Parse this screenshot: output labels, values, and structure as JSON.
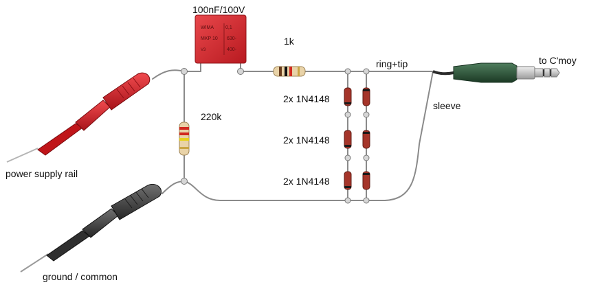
{
  "labels": {
    "capacitor_value": "100nF/100V",
    "resistor_1k": "1k",
    "resistor_220k": "220k",
    "diodes_row1": "2x 1N4148",
    "diodes_row2": "2x 1N4148",
    "diodes_row3": "2x 1N4148",
    "ring_tip": "ring+tip",
    "sleeve": "sleeve",
    "to_cmoy": "to C'moy",
    "power_rail": "power supply rail",
    "ground": "ground / common"
  },
  "capacitor_marking": {
    "brand": "WIMA",
    "value": "0,1",
    "series": "MKP 10",
    "voltage_ac": "630-",
    "grade": "V3",
    "voltage_dc": "400-"
  },
  "colors": {
    "wire": "#8a8a8a",
    "capacitor": "#d9262b",
    "probe_red": "#d8191f",
    "probe_black": "#3a3a3a",
    "resistor_body": "#e9d3a8",
    "diode_body": "#c23a2e",
    "jack_plug": "#2f5a3d",
    "jack_tip": "#c9c9c9"
  }
}
